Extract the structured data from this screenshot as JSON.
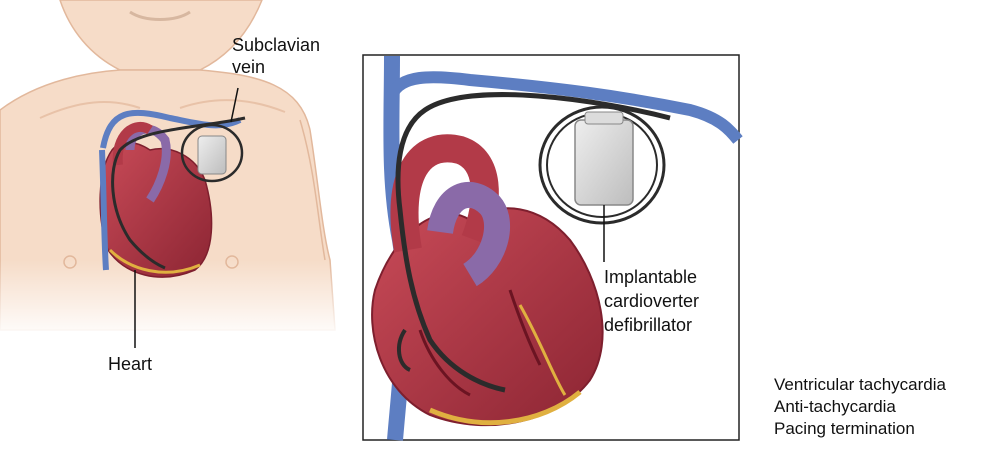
{
  "labels": {
    "subclavian_vein_line1": "Subclavian",
    "subclavian_vein_line2": "vein",
    "heart": "Heart",
    "icd_line1": "Implantable",
    "icd_line2": "cardioverter",
    "icd_line3": "defibrillator"
  },
  "caption": {
    "line1": "Ventricular tachycardia",
    "line2": "Anti-tachycardia",
    "line3": "Pacing termination"
  },
  "colors": {
    "skin": "#f6dcc8",
    "skin_outline": "#e2b89c",
    "heart_red": "#b23a48",
    "heart_dark": "#7e1f2e",
    "vein_blue": "#5d7ec2",
    "artery_purple": "#8a6aa8",
    "lead_black": "#2b2b2b",
    "device_gray": "#d4d4d4",
    "frame": "#222222"
  }
}
